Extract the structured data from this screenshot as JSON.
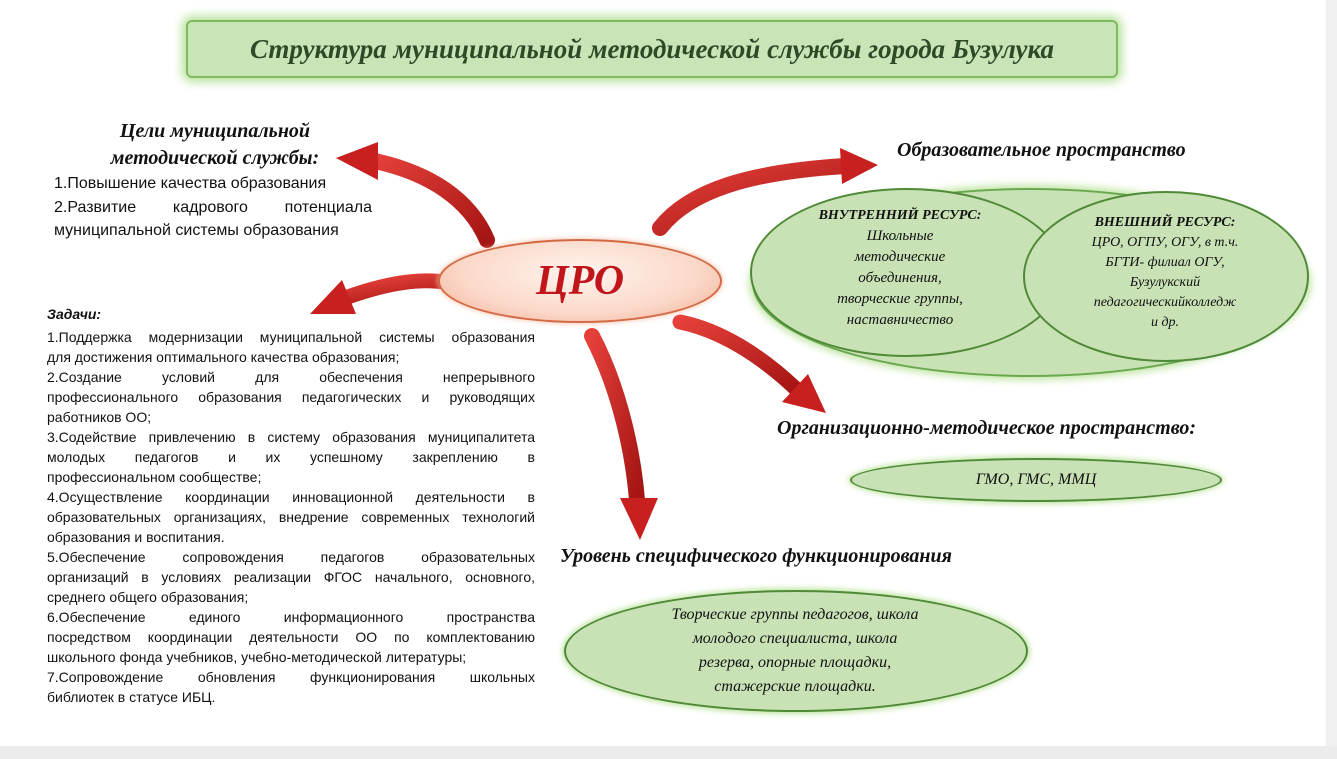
{
  "title": "Структура муниципальной методической службы города Бузулука",
  "center": "ЦРО",
  "goals": {
    "title_line1": "Цели муниципальной",
    "title_line2": "методической службы:",
    "items": [
      "1.Повышение  качества образования",
      "2.Развитие    кадрового    потенциала",
      "муниципальной  системы образования"
    ]
  },
  "tasks": {
    "title": "Задачи:",
    "lines": [
      "1.Поддержка модернизации муниципальной системы образования",
      "для достижения оптимального качества образования;",
      "2.Создание     условий     для     обеспечения     непрерывного",
      "профессионального образования педагогических и руководящих",
      "работников ОО;",
      "3.Содействие привлечению в систему образования муниципалитета",
      "молодых     педагогов     и     их     успешному     закреплению     в",
      "профессиональном сообществе;",
      "4.Осуществление  координации  инновационной  деятельности  в",
      "образовательных организациях, внедрение современных технологий",
      "образования и воспитания.",
      "5.Обеспечение     сопровождения     педагогов     образовательных",
      "организаций в условиях реализации ФГОС начального, основного,",
      "среднего общего образования;",
      "6.Обеспечение     единого     информационного     пространства",
      "посредством координации деятельности ОО по комплектованию",
      "школьного фонда учебников, учебно-методической литературы;",
      "7.Сопровождение     обновления     функционирования     школьных",
      "библиотек в статусе  ИБЦ."
    ]
  },
  "edu_space": {
    "title": "Образовательное  пространство",
    "internal": {
      "head": "ВНУТРЕННИЙ  РЕСУРС:",
      "lines": [
        "Школьные",
        "методические",
        "объединения,",
        "творческие группы,",
        "наставничество"
      ]
    },
    "external": {
      "head": "ВНЕШНИЙ РЕСУРС:",
      "lines": [
        "ЦРО, ОГПУ, ОГУ, в т.ч.",
        "БГТИ- филиал ОГУ,",
        "Бузулукский",
        "педагогическийколледж",
        "и др."
      ]
    }
  },
  "org_space": {
    "title": "Организационно-методическое  пространство:",
    "text": "ГМО, ГМС, ММЦ"
  },
  "spec_level": {
    "title": "Уровень  специфического  функционирования",
    "lines": [
      "Творческие  группы педагогов,  школа",
      "молодого  специалиста, школа",
      "резерва,  опорные  площадки,",
      "стажерские  площадки."
    ]
  },
  "colors": {
    "box_fill": "#c8e2b5",
    "box_border": "#4f8a37",
    "arrow": "#c8201e",
    "center_text": "#c0161b"
  }
}
